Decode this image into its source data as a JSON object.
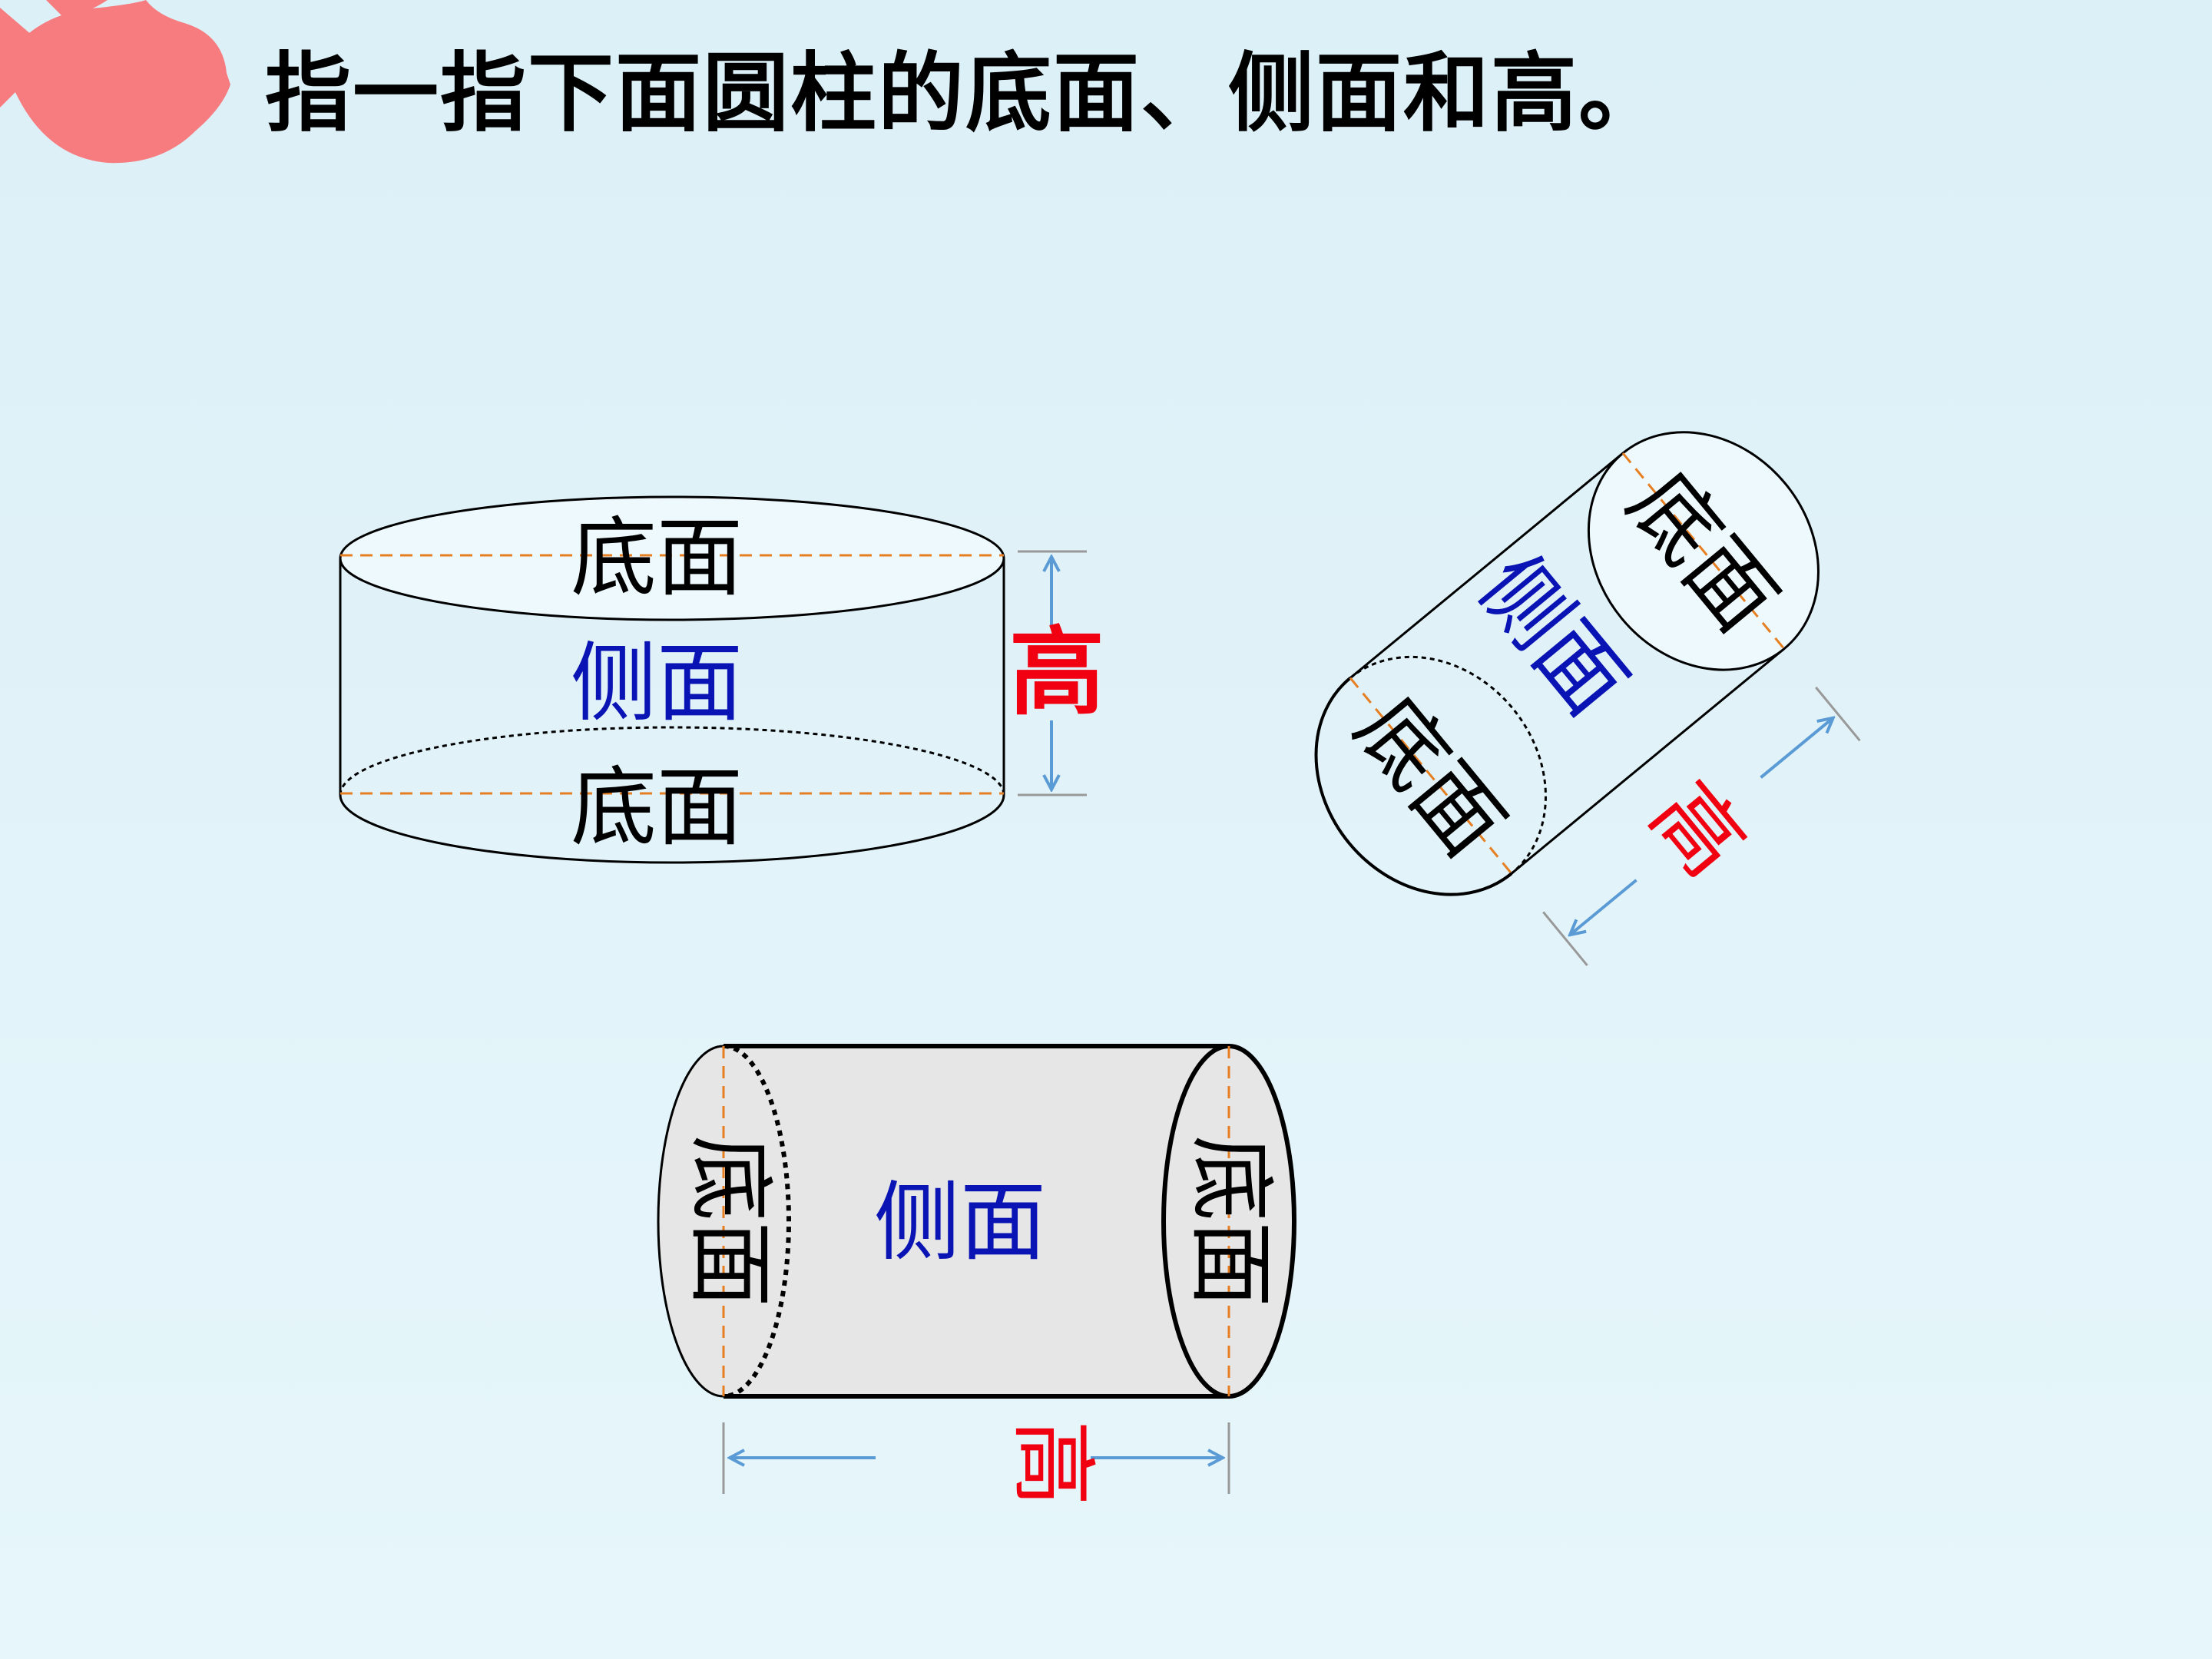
{
  "title": "指一指下面圆柱的底面、侧面和高。",
  "labels": {
    "base": "底面",
    "side": "侧面",
    "height": "高"
  },
  "colors": {
    "base_text": "#000000",
    "side_text": "#0a14b4",
    "height_text": "#f00010",
    "arrow": "#5b9bd5",
    "dashed_axis": "#e67e22",
    "fish": "#f77c80",
    "cylinder_fill_shaded": "#e6e6e6"
  },
  "icons": {
    "mascot": "fish-icon"
  }
}
